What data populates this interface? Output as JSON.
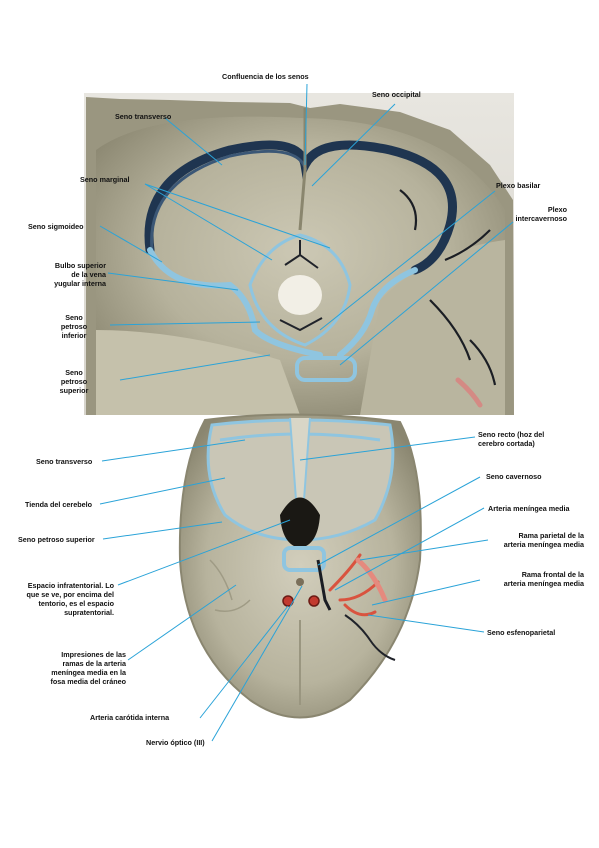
{
  "top_panel": {
    "labels": {
      "confluencia": "Confluencia de los senos",
      "occipital": "Seno occipital",
      "transverso": "Seno transverso",
      "marginal": "Seno marginal",
      "basilar": "Plexo basilar",
      "intercavernoso": "Plexo\nintercavernoso",
      "sigmoideo": "Seno sigmoideo",
      "bulbo": "Bulbo superior\nde la vena\nyugular interna",
      "petroso_inferior": "Seno\npetroso\ninferior",
      "petroso_superior": "Seno\npetroso\nsuperior"
    }
  },
  "bottom_panel": {
    "labels": {
      "transverso": "Seno transverso",
      "recto": "Seno recto (hoz del\ncerebro cortada)",
      "tienda": "Tienda del cerebelo",
      "cavernoso": "Seno cavernoso",
      "meningea_media": "Arteria meníngea media",
      "petroso_superior": "Seno petroso superior",
      "rama_parietal": "Rama parietal de la\narteria meníngea media",
      "espacio": "Espacio infratentorial. Lo\nque se ve, por encima del\ntentorio, es el espacio\nsupratentorial.",
      "rama_frontal": "Rama frontal de la\narteria meníngea media",
      "esfenoparietal": "Seno esfenoparietal",
      "impresiones": "Impresiones de las\nramas de la arteria\nmeníngea media en la\nfosa media del cráneo",
      "carotida": "Arteria carótida interna",
      "optico": "Nervio óptico (III)"
    }
  },
  "colors": {
    "vein_blue": "#8fc5e0",
    "dark_sinus": "#1f3550",
    "artery_red": "#d9533f",
    "leader_line": "#2aa3d8"
  }
}
